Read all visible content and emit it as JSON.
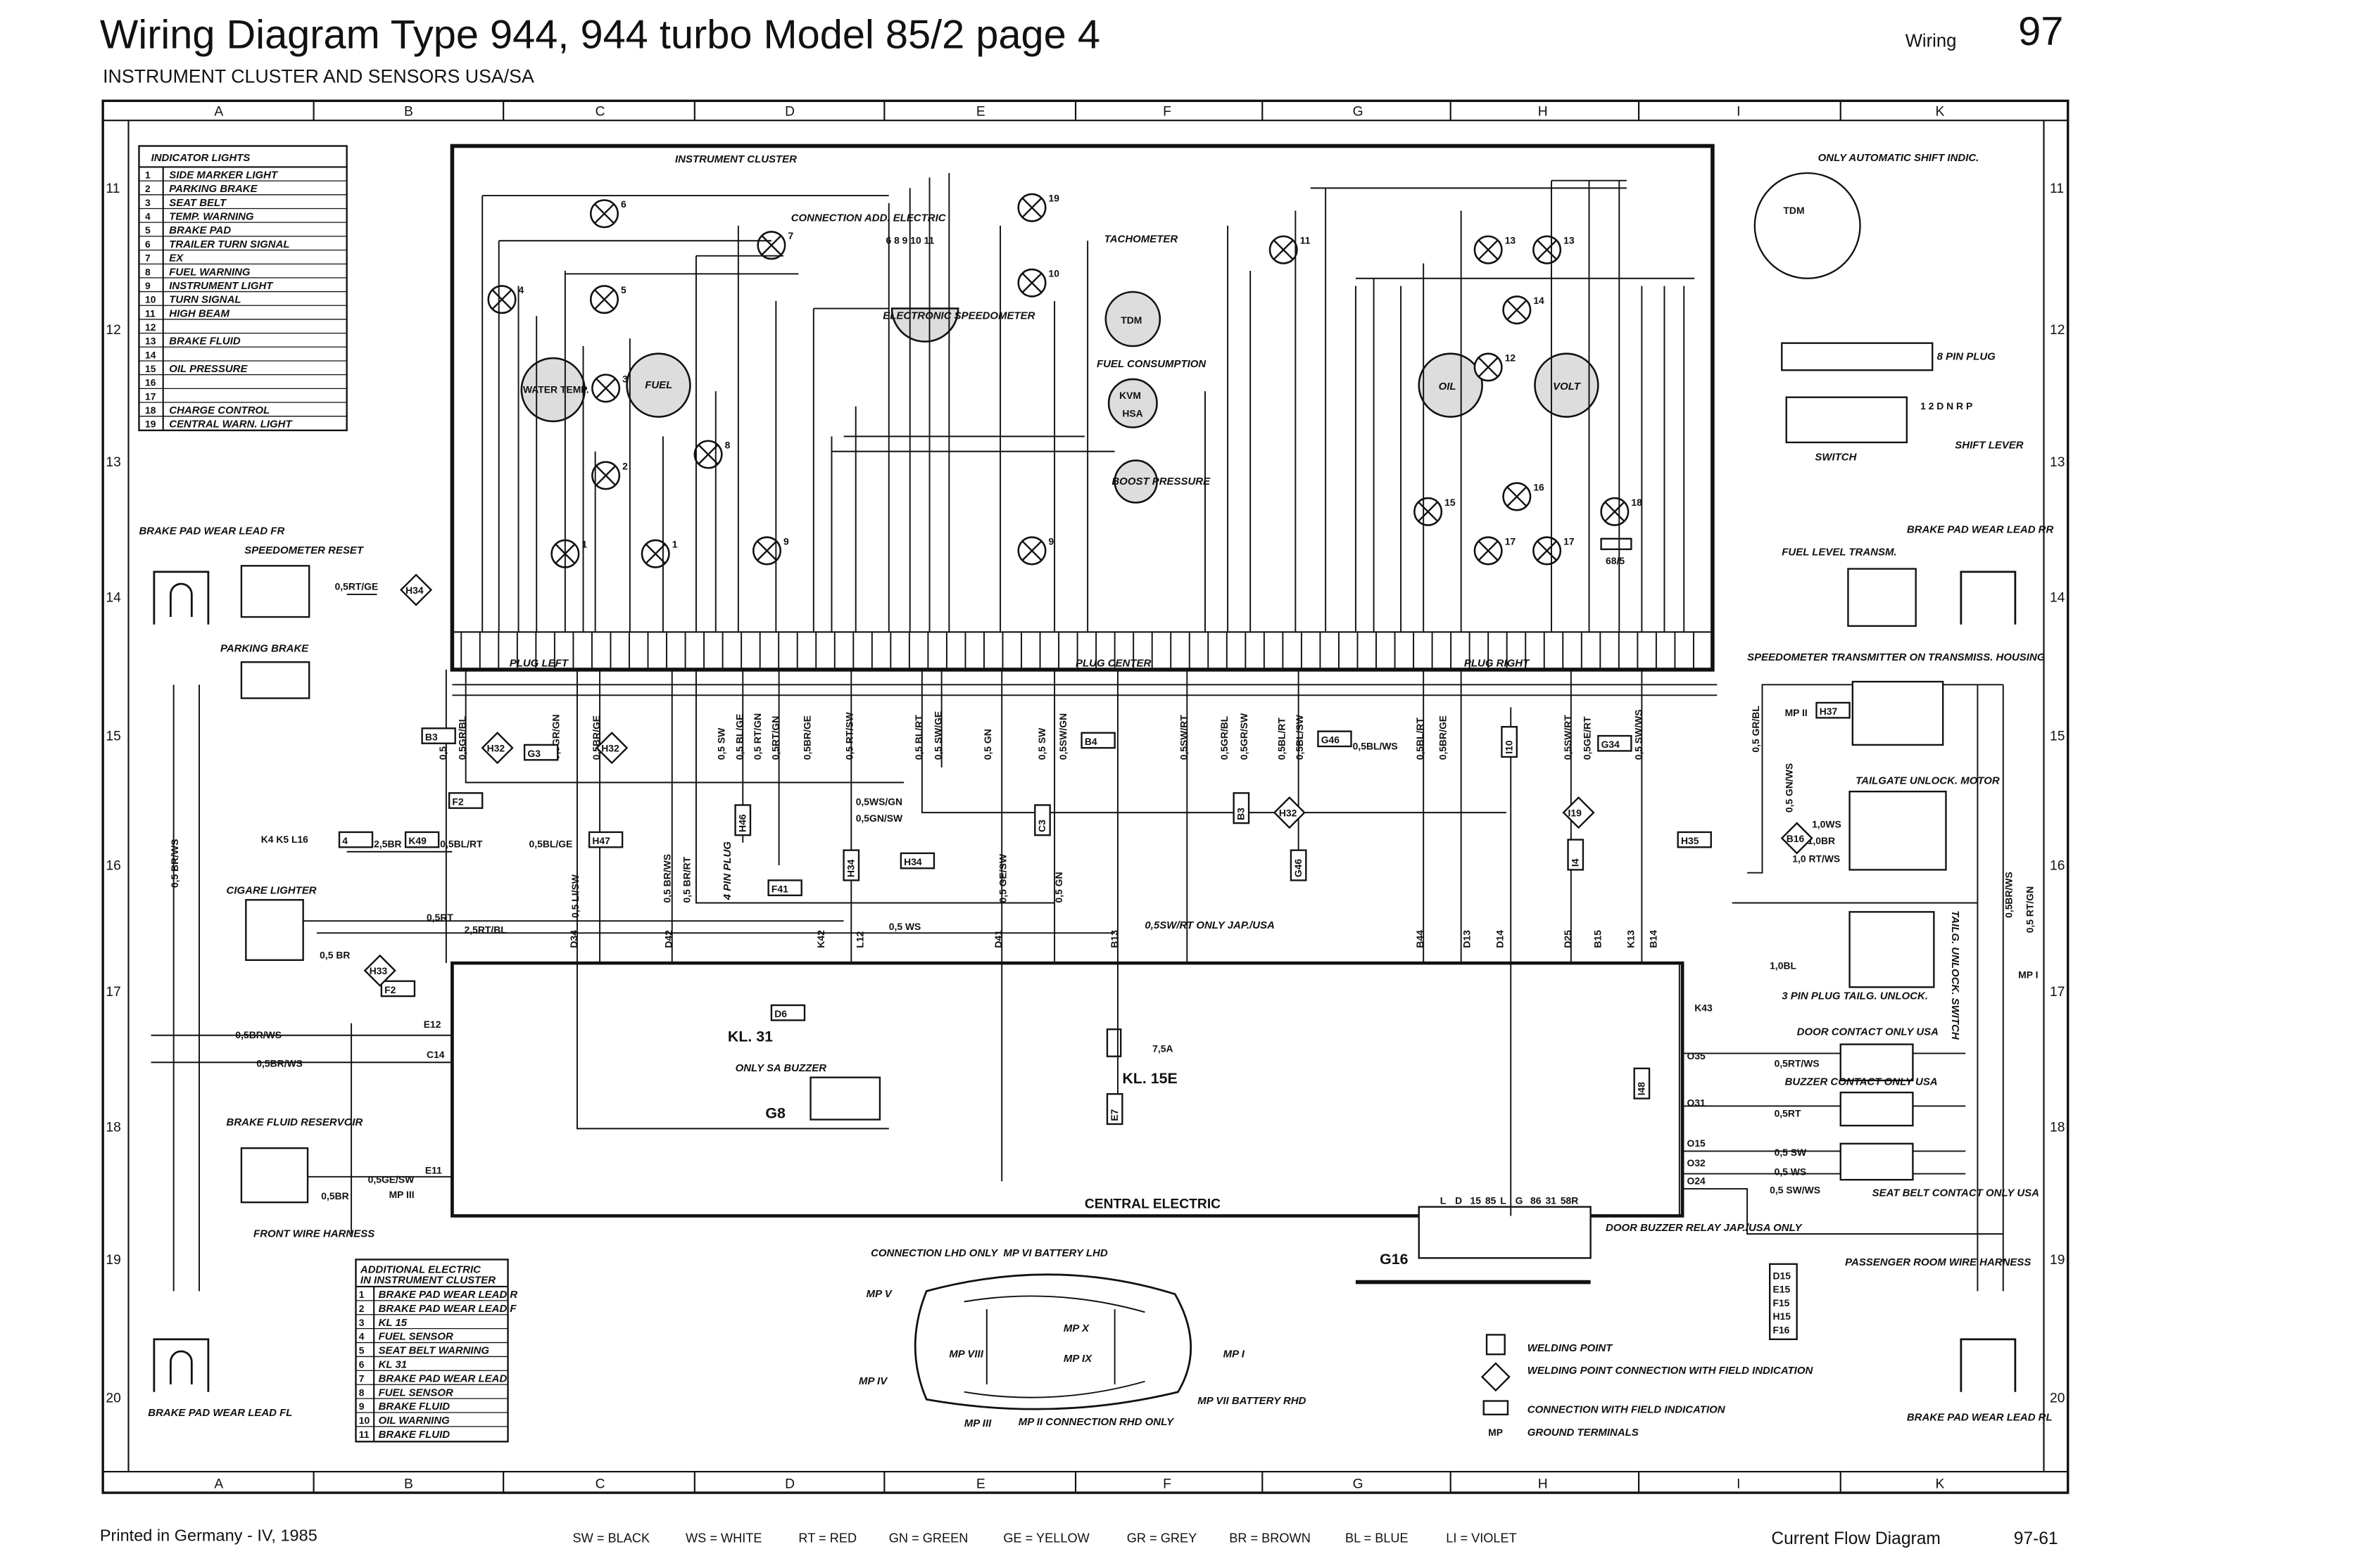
{
  "header": {
    "title": "Wiring Diagram Type 944, 944 turbo Model 85/2 page 4",
    "subtitle": "INSTRUMENT CLUSTER AND SENSORS USA/SA",
    "section": "Wiring",
    "page_number": "97"
  },
  "grid": {
    "columns": [
      "A",
      "B",
      "C",
      "D",
      "E",
      "F",
      "G",
      "H",
      "I",
      "K"
    ],
    "rows": [
      "11",
      "12",
      "13",
      "14",
      "15",
      "16",
      "17",
      "18",
      "19",
      "20"
    ]
  },
  "indicator_lights": {
    "title": "INDICATOR LIGHTS",
    "items": [
      {
        "n": "1",
        "label": "SIDE MARKER LIGHT"
      },
      {
        "n": "2",
        "label": "PARKING BRAKE"
      },
      {
        "n": "3",
        "label": "SEAT BELT"
      },
      {
        "n": "4",
        "label": "TEMP. WARNING"
      },
      {
        "n": "5",
        "label": "BRAKE PAD"
      },
      {
        "n": "6",
        "label": "TRAILER TURN SIGNAL"
      },
      {
        "n": "7",
        "label": "EX"
      },
      {
        "n": "8",
        "label": "FUEL WARNING"
      },
      {
        "n": "9",
        "label": "INSTRUMENT LIGHT"
      },
      {
        "n": "10",
        "label": "TURN SIGNAL"
      },
      {
        "n": "11",
        "label": "HIGH BEAM"
      },
      {
        "n": "12",
        "label": ""
      },
      {
        "n": "13",
        "label": "BRAKE FLUID"
      },
      {
        "n": "14",
        "label": ""
      },
      {
        "n": "15",
        "label": "OIL PRESSURE"
      },
      {
        "n": "16",
        "label": ""
      },
      {
        "n": "17",
        "label": ""
      },
      {
        "n": "18",
        "label": "CHARGE CONTROL"
      },
      {
        "n": "19",
        "label": "CENTRAL WARN. LIGHT"
      }
    ]
  },
  "additional_electric": {
    "title_line1": "ADDITIONAL ELECTRIC",
    "title_line2": "IN INSTRUMENT CLUSTER",
    "items": [
      {
        "n": "1",
        "label": "BRAKE PAD WEAR LEAD R"
      },
      {
        "n": "2",
        "label": "BRAKE PAD WEAR LEAD F"
      },
      {
        "n": "3",
        "label": "KL 15"
      },
      {
        "n": "4",
        "label": "FUEL SENSOR"
      },
      {
        "n": "5",
        "label": "SEAT BELT WARNING"
      },
      {
        "n": "6",
        "label": "KL 31"
      },
      {
        "n": "7",
        "label": "BRAKE PAD WEAR LEAD"
      },
      {
        "n": "8",
        "label": "FUEL SENSOR"
      },
      {
        "n": "9",
        "label": "BRAKE FLUID"
      },
      {
        "n": "10",
        "label": "OIL WARNING"
      },
      {
        "n": "11",
        "label": "BRAKE FLUID"
      }
    ]
  },
  "cluster": {
    "title": "INSTRUMENT CLUSTER",
    "connection": "CONNECTION ADD. ELECTRIC",
    "connection_pins": "6 8 9 10 11",
    "tachometer": "TACHOMETER",
    "speedometer": "ELECTRONIC SPEEDOMETER",
    "fuel_consumption": "FUEL CONSUMPTION",
    "tdm": "TDM",
    "kvm": "KVM",
    "hsa": "HSA",
    "boost": "BOOST PRESSURE",
    "water_temp": "WATER TEMP.",
    "fuel": "FUEL",
    "oil": "OIL",
    "volt": "VOLT",
    "resistor": "68/5",
    "plug_left": "PLUG LEFT",
    "plug_center": "PLUG CENTER",
    "plug_right": "PLUG RIGHT",
    "lamp_numbers": [
      "6",
      "7",
      "19",
      "11",
      "13",
      "13",
      "4",
      "5",
      "10",
      "3",
      "2",
      "8",
      "1",
      "1",
      "9",
      "9",
      "14",
      "12",
      "15",
      "16",
      "17",
      "17",
      "18"
    ]
  },
  "components": {
    "brake_pad_fr": "BRAKE PAD WEAR LEAD FR",
    "speedometer_reset": "SPEEDOMETER RESET",
    "parking_brake": "PARKING BRAKE",
    "cigare_lighter": "CIGARE LIGHTER",
    "brake_fluid_reservoir": "BRAKE FLUID RESERVOIR",
    "front_wire_harness": "FRONT WIRE HARNESS",
    "brake_pad_fl": "BRAKE PAD WEAR LEAD FL",
    "central_electric": "CENTRAL ELECTRIC",
    "kl31": "KL. 31",
    "buzzer": "ONLY SA BUZZER",
    "g8": "G8",
    "kl15e": "KL. 15E",
    "fuse": "7,5A",
    "g16": "G16",
    "door_buzzer": "DOOR BUZZER RELAY JAP./USA ONLY",
    "shift_indic": "ONLY AUTOMATIC SHIFT INDIC.",
    "eight_pin": "8 PIN PLUG",
    "switch": "SWITCH",
    "shift_lever": "SHIFT LEVER",
    "shift_gears": "1 2 D N R P",
    "fuel_level": "FUEL LEVEL TRANSM.",
    "brake_pad_rr": "BRAKE PAD WEAR LEAD RR",
    "speedo_transmitter": "SPEEDOMETER TRANSMITTER ON TRANSMISS. HOUSING",
    "tailgate_motor": "TAILGATE UNLOCK. MOTOR",
    "tailgate_switch": "TAILG. UNLOCK. SWITCH",
    "three_pin": "3 PIN PLUG TAILG. UNLOCK.",
    "door_contact": "DOOR CONTACT ONLY USA",
    "buzzer_contact": "BUZZER CONTACT ONLY USA",
    "seat_belt_contact": "SEAT BELT CONTACT ONLY USA",
    "passenger_harness": "PASSENGER ROOM WIRE HARNESS",
    "brake_pad_rl": "BRAKE PAD WEAR LEAD RL",
    "only_jap_usa": "0,5SW/RT ONLY JAP./USA",
    "four_pin_plug": "4 PIN PLUG",
    "tdm_shift": "TDM"
  },
  "ground_map": {
    "lhd": "CONNECTION LHD ONLY",
    "battery_lhd": "MP VI BATTERY LHD",
    "mp5": "MP V",
    "mp4": "MP IV",
    "mp3": "MP III",
    "rhd": "MP II CONNECTION RHD ONLY",
    "battery_rhd": "MP VII BATTERY RHD",
    "mp1": "MP I",
    "mp10": "MP X",
    "mp9": "MP IX",
    "mp8": "MP VIII"
  },
  "wire_labels": [
    "0,5 GE",
    "0,5GR/BL",
    "0,5GR/GN",
    "0,5BR/GE",
    "0,5 SW",
    "0,5 BL/GE",
    "0,5 RT/GN",
    "0,5RT/GN",
    "0,5BR/GE",
    "0,5 RT/SW",
    "0,5 BL/RT",
    "0,5 SW/GE",
    "0,5 GN",
    "0,5 SW",
    "0,5SW/GN",
    "0,5SW/RT",
    "0,5GR/BL",
    "0,5GR/SW",
    "0,5BL/RT",
    "0,5BL/SW",
    "0,5BL/RT",
    "0,5BR/GE",
    "0,5SW/RT",
    "0,5GE/RT",
    "0,5 SW/WS",
    "0,5 GR/BL",
    "0,5 GN/WS",
    "0,5BR/WS",
    "0,5 RT/GN",
    "0,5 BR/WS",
    "0,5 LI/SW",
    "0,5 BR/WS",
    "0,5 BR/RT",
    "0,5 GE/SW",
    "0,5 GN"
  ],
  "horizontal_wire_labels": [
    "0,5RT/GE",
    "2,5BR",
    "0,5BL/RT",
    "0,5BL/GE",
    "0,5RT",
    "2,5RT/BL",
    "0,5 WS",
    "0,5BR/WS",
    "0,5BR/WS",
    "0,5GE/SW",
    "0,5BR",
    "0,5WS/GN",
    "0,5GN/SW",
    "0,5BL/WS",
    "0,5 BR",
    "1,0WS",
    "1,0BR",
    "1,0 RT/WS",
    "0,5RT/WS",
    "0,5RT",
    "0,5 SW",
    "0,5 WS",
    "0,5 SW/WS",
    "1,0BL"
  ],
  "connectors": [
    "B3",
    "G3",
    "B4",
    "G46",
    "H32",
    "H32",
    "H32",
    "H34",
    "H47",
    "K49",
    "F41",
    "H46",
    "H34",
    "C3",
    "B3",
    "F2",
    "G46",
    "H35",
    "I10",
    "I4",
    "I48",
    "G34",
    "E7",
    "I19",
    "F2",
    "H33",
    "H34",
    "H37",
    "B16",
    "D6",
    "E12",
    "C14",
    "E11",
    "K43",
    "MP I",
    "MP II",
    "MP III",
    "4",
    "K4 K5 L16"
  ],
  "ce_terminals": [
    "D34",
    "D42",
    "K42",
    "L12",
    "D41",
    "B13",
    "B44",
    "D13",
    "D14",
    "D25",
    "B15",
    "K13",
    "B14",
    "O35",
    "O31",
    "O15",
    "O32",
    "O24"
  ],
  "relay_pins": [
    "L",
    "D",
    "15",
    "85",
    "L",
    "G",
    "86",
    "31",
    "58R"
  ],
  "harness_d": [
    "D15",
    "E15",
    "F15",
    "H15",
    "F16"
  ],
  "legend": {
    "welding_point": "WELDING POINT",
    "welding_connection": "WELDING POINT CONNECTION WITH FIELD INDICATION",
    "connection_field": "CONNECTION WITH FIELD INDICATION",
    "mp": "MP",
    "ground": "GROUND TERMINALS"
  },
  "footer": {
    "printed": "Printed in Germany - IV, 1985",
    "colors": [
      "SW = BLACK",
      "WS = WHITE",
      "RT = RED",
      "GN = GREEN",
      "GE = YELLOW",
      "GR = GREY",
      "BR = BROWN",
      "BL = BLUE",
      "LI = VIOLET"
    ],
    "doc_type": "Current Flow Diagram",
    "page_ref": "97-61"
  }
}
